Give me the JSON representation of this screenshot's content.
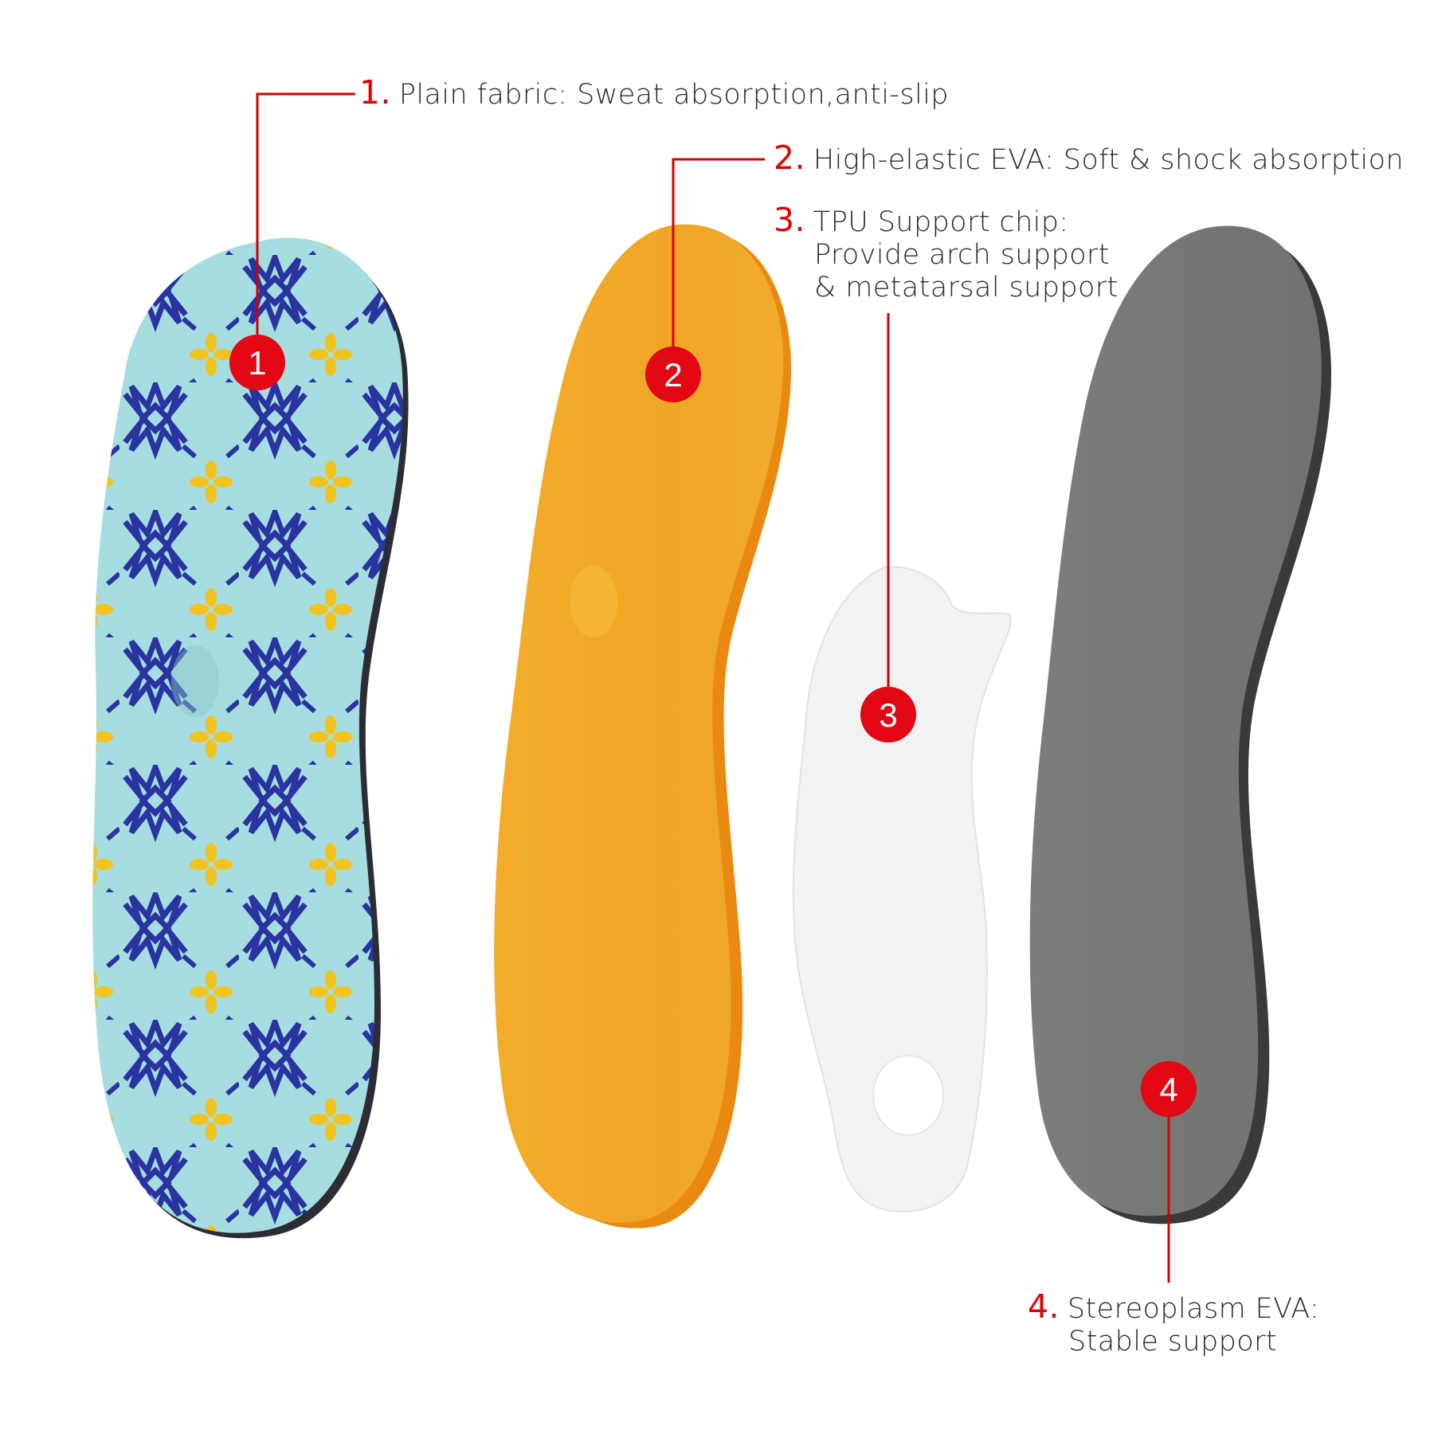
{
  "colors": {
    "accent_red": "#e30613",
    "leader_line": "#d40000",
    "fabric_bg": "#a6dde0",
    "fabric_pattern": "#2a34a0",
    "fabric_flower": "#f2c21d",
    "eva_orange": "#f0a928",
    "tpu_white": "#f3f3f3",
    "base_gray": "#7b7b7b"
  },
  "layers": [
    {
      "number": "1.",
      "badge": "1",
      "lines": [
        "Plain fabric: Sweat absorption,anti-slip"
      ],
      "icon": "patterned-fabric-insole"
    },
    {
      "number": "2.",
      "badge": "2",
      "lines": [
        "High-elastic EVA: Soft & shock absorption"
      ],
      "icon": "orange-eva-insole"
    },
    {
      "number": "3.",
      "badge": "3",
      "lines": [
        "TPU Support chip:",
        "Provide arch support",
        "& metatarsal support"
      ],
      "icon": "tpu-support-chip"
    },
    {
      "number": "4.",
      "badge": "4",
      "lines": [
        "Stereoplasm EVA:",
        "Stable support"
      ],
      "icon": "gray-eva-base-insole"
    }
  ]
}
